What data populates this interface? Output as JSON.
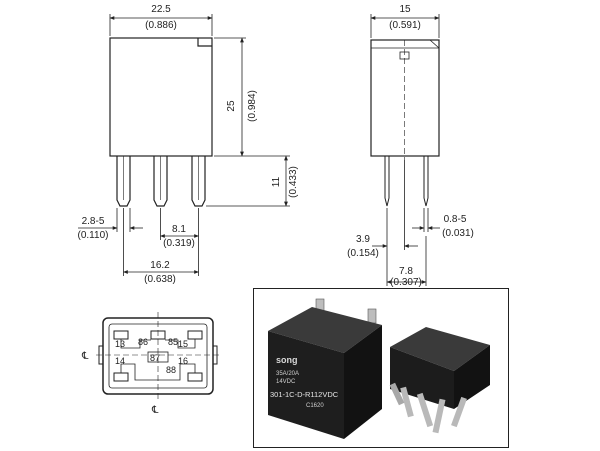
{
  "front_view": {
    "width_mm": "22.5",
    "width_in": "(0.886)",
    "height_mm": "25",
    "height_in": "(0.984)",
    "pin_length_mm": "11",
    "pin_length_in": "(0.433)",
    "pin_width_mm": "2.8-5",
    "pin_width_in": "(0.110)",
    "pin_pitch_mm": "8.1",
    "pin_pitch_in": "(0.319)",
    "pin_span_mm": "16.2",
    "pin_span_in": "(0.638)"
  },
  "side_view": {
    "depth_mm": "15",
    "depth_in": "(0.591)",
    "pin_thickness_mm": "0.8-5",
    "pin_thickness_in": "(0.031)",
    "pin_offset_mm": "3.9",
    "pin_offset_in": "(0.154)",
    "pin_spacing_mm": "7.8",
    "pin_spacing_in": "(0.307)"
  },
  "bottom_view": {
    "centerline_h": "℄",
    "centerline_v": "℄",
    "pin_labels": [
      "13",
      "14",
      "15",
      "16",
      "87",
      "88",
      "86",
      "85"
    ]
  },
  "photo": {
    "brand": "song",
    "rating_line1": "35A/20A",
    "rating_line2": "14VDC",
    "model": "301-1C-D-R1",
    "coil_voltage": "12VDC",
    "date_code": "C1620"
  },
  "colors": {
    "line": "#222222",
    "relay_body": "#1e1e1e",
    "pin_metal": "#b9b9b9"
  }
}
